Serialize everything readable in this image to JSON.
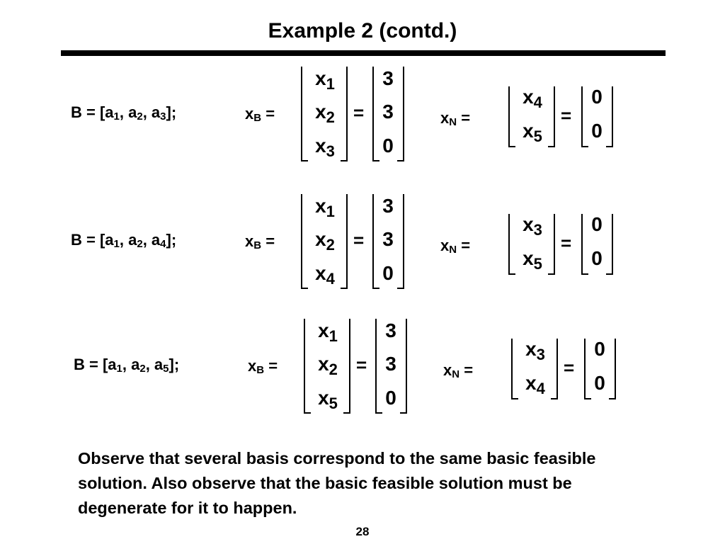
{
  "title": "Example 2 (contd.)",
  "rows": [
    {
      "basis": [
        "1",
        "2",
        "3"
      ],
      "xB": [
        {
          "var": "1",
          "val": "3"
        },
        {
          "var": "2",
          "val": "3"
        },
        {
          "var": "3",
          "val": "0"
        }
      ],
      "xN": [
        {
          "var": "4",
          "val": "0"
        },
        {
          "var": "5",
          "val": "0"
        }
      ]
    },
    {
      "basis": [
        "1",
        "2",
        "4"
      ],
      "xB": [
        {
          "var": "1",
          "val": "3"
        },
        {
          "var": "2",
          "val": "3"
        },
        {
          "var": "4",
          "val": "0"
        }
      ],
      "xN": [
        {
          "var": "3",
          "val": "0"
        },
        {
          "var": "5",
          "val": "0"
        }
      ]
    },
    {
      "basis": [
        "1",
        "2",
        "5"
      ],
      "xB": [
        {
          "var": "1",
          "val": "3"
        },
        {
          "var": "2",
          "val": "3"
        },
        {
          "var": "5",
          "val": "0"
        }
      ],
      "xN": [
        {
          "var": "3",
          "val": "0"
        },
        {
          "var": "4",
          "val": "0"
        }
      ]
    }
  ],
  "labels": {
    "b_open": "B = [a",
    "sep": ", a",
    "b_close": "];",
    "x": "x",
    "xb_sub": "B",
    "xn_sub": "N",
    "eq": "="
  },
  "note": "Observe that several basis correspond to the same basic feasible solution. Also observe that the basic feasible solution must be degenerate for it to happen.",
  "page_number": "28"
}
